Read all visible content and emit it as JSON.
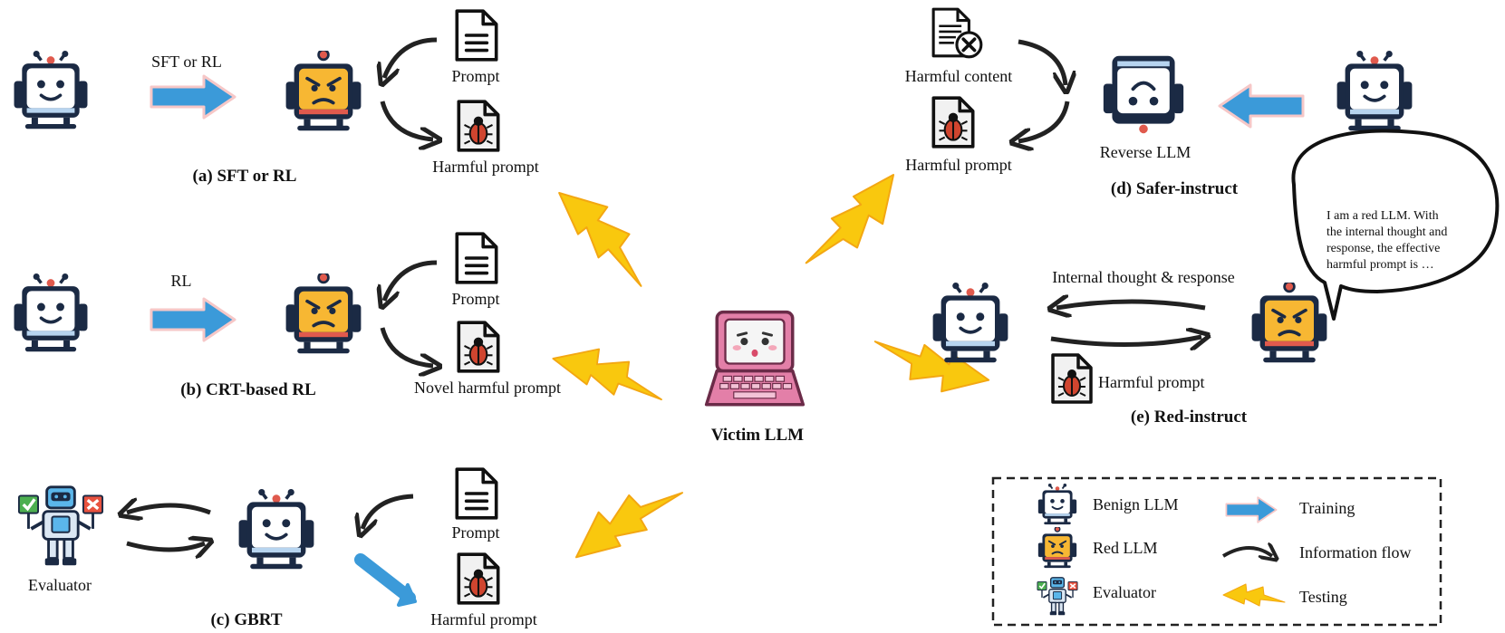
{
  "sections": {
    "a": {
      "caption": "(a) SFT or RL",
      "arrow_label": "SFT or RL",
      "prompt_label": "Prompt",
      "harmful_label": "Harmful prompt"
    },
    "b": {
      "caption": "(b) CRT-based RL",
      "arrow_label": "RL",
      "prompt_label": "Prompt",
      "harmful_label": "Novel harmful prompt"
    },
    "c": {
      "caption": "(c) GBRT",
      "evaluator_label": "Evaluator",
      "prompt_label": "Prompt",
      "harmful_label": "Harmful prompt"
    },
    "d": {
      "caption": "(d) Safer-instruct",
      "content_label": "Harmful content",
      "harmful_label": "Harmful prompt",
      "reverse_label": "Reverse LLM"
    },
    "e": {
      "caption": "(e) Red-instruct",
      "flow_label": "Internal thought & response",
      "harmful_label": "Harmful prompt",
      "bubble_lines": [
        "I am a red LLM. With",
        "the internal thought and",
        "response, the effective",
        "harmful prompt is …"
      ]
    }
  },
  "victim": {
    "label": "Victim LLM"
  },
  "legend": {
    "benign": "Benign LLM",
    "red": "Red LLM",
    "evaluator": "Evaluator",
    "training": "Training",
    "info_flow": "Information flow",
    "testing": "Testing"
  },
  "colors": {
    "benign_robot": "#ffffff",
    "red_robot": "#f7b733",
    "robot_outline": "#1b2a44",
    "training_arrow": "#3b9ad9",
    "bolt": "#f9c80e",
    "laptop": "#e37fa8"
  }
}
